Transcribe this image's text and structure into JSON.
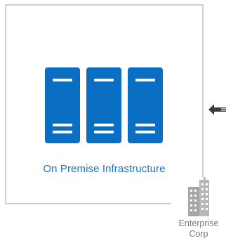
{
  "diagram": {
    "boundary_label": "On Premise Infrastructure",
    "enterprise": {
      "line1": "Enterprise",
      "line2": "Corp"
    },
    "icons": {
      "servers": "server-rack-icon",
      "building": "office-building-icon",
      "arrow": "arrow-left-icon"
    },
    "colors": {
      "accent": "#0a6fc2",
      "label": "#1e73c4",
      "boundary": "#cfcfcf",
      "muted": "#7a7a7a",
      "arrow": "#3a3a3a"
    }
  }
}
